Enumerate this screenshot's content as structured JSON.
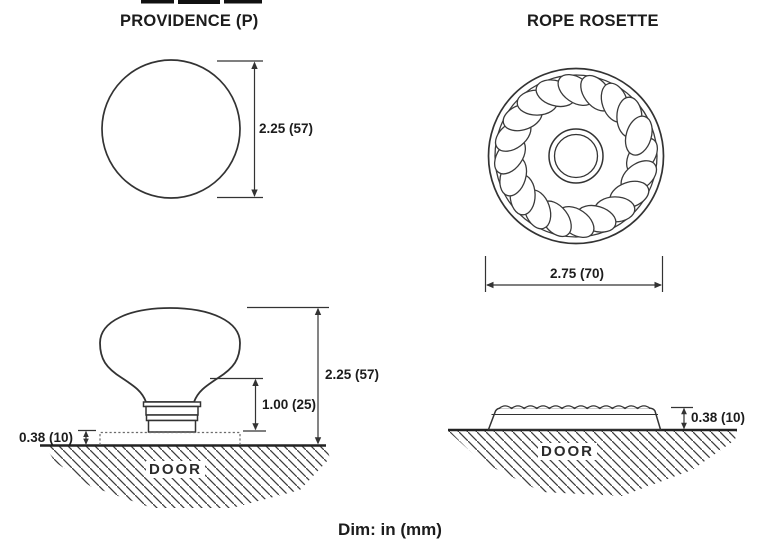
{
  "providence": {
    "title": "PROVIDENCE (P)",
    "front": {
      "diameter_dim": "2.25 (57)"
    },
    "side": {
      "height_dim": "2.25 (57)",
      "shank_dim": "1.00 (25)",
      "base_thickness_dim": "0.38 (10)",
      "door_label": "DOOR"
    }
  },
  "rosette": {
    "title": "ROPE ROSETTE",
    "front": {
      "diameter_dim": "2.75 (70)"
    },
    "side": {
      "thickness_dim": "0.38 (10)",
      "door_label": "DOOR"
    }
  },
  "footer": {
    "dim_note": "Dim: in (mm)"
  },
  "colors": {
    "line": "#333333",
    "hatch": "#3d3d3d",
    "text": "#1c1c1c",
    "background": "#ffffff"
  }
}
